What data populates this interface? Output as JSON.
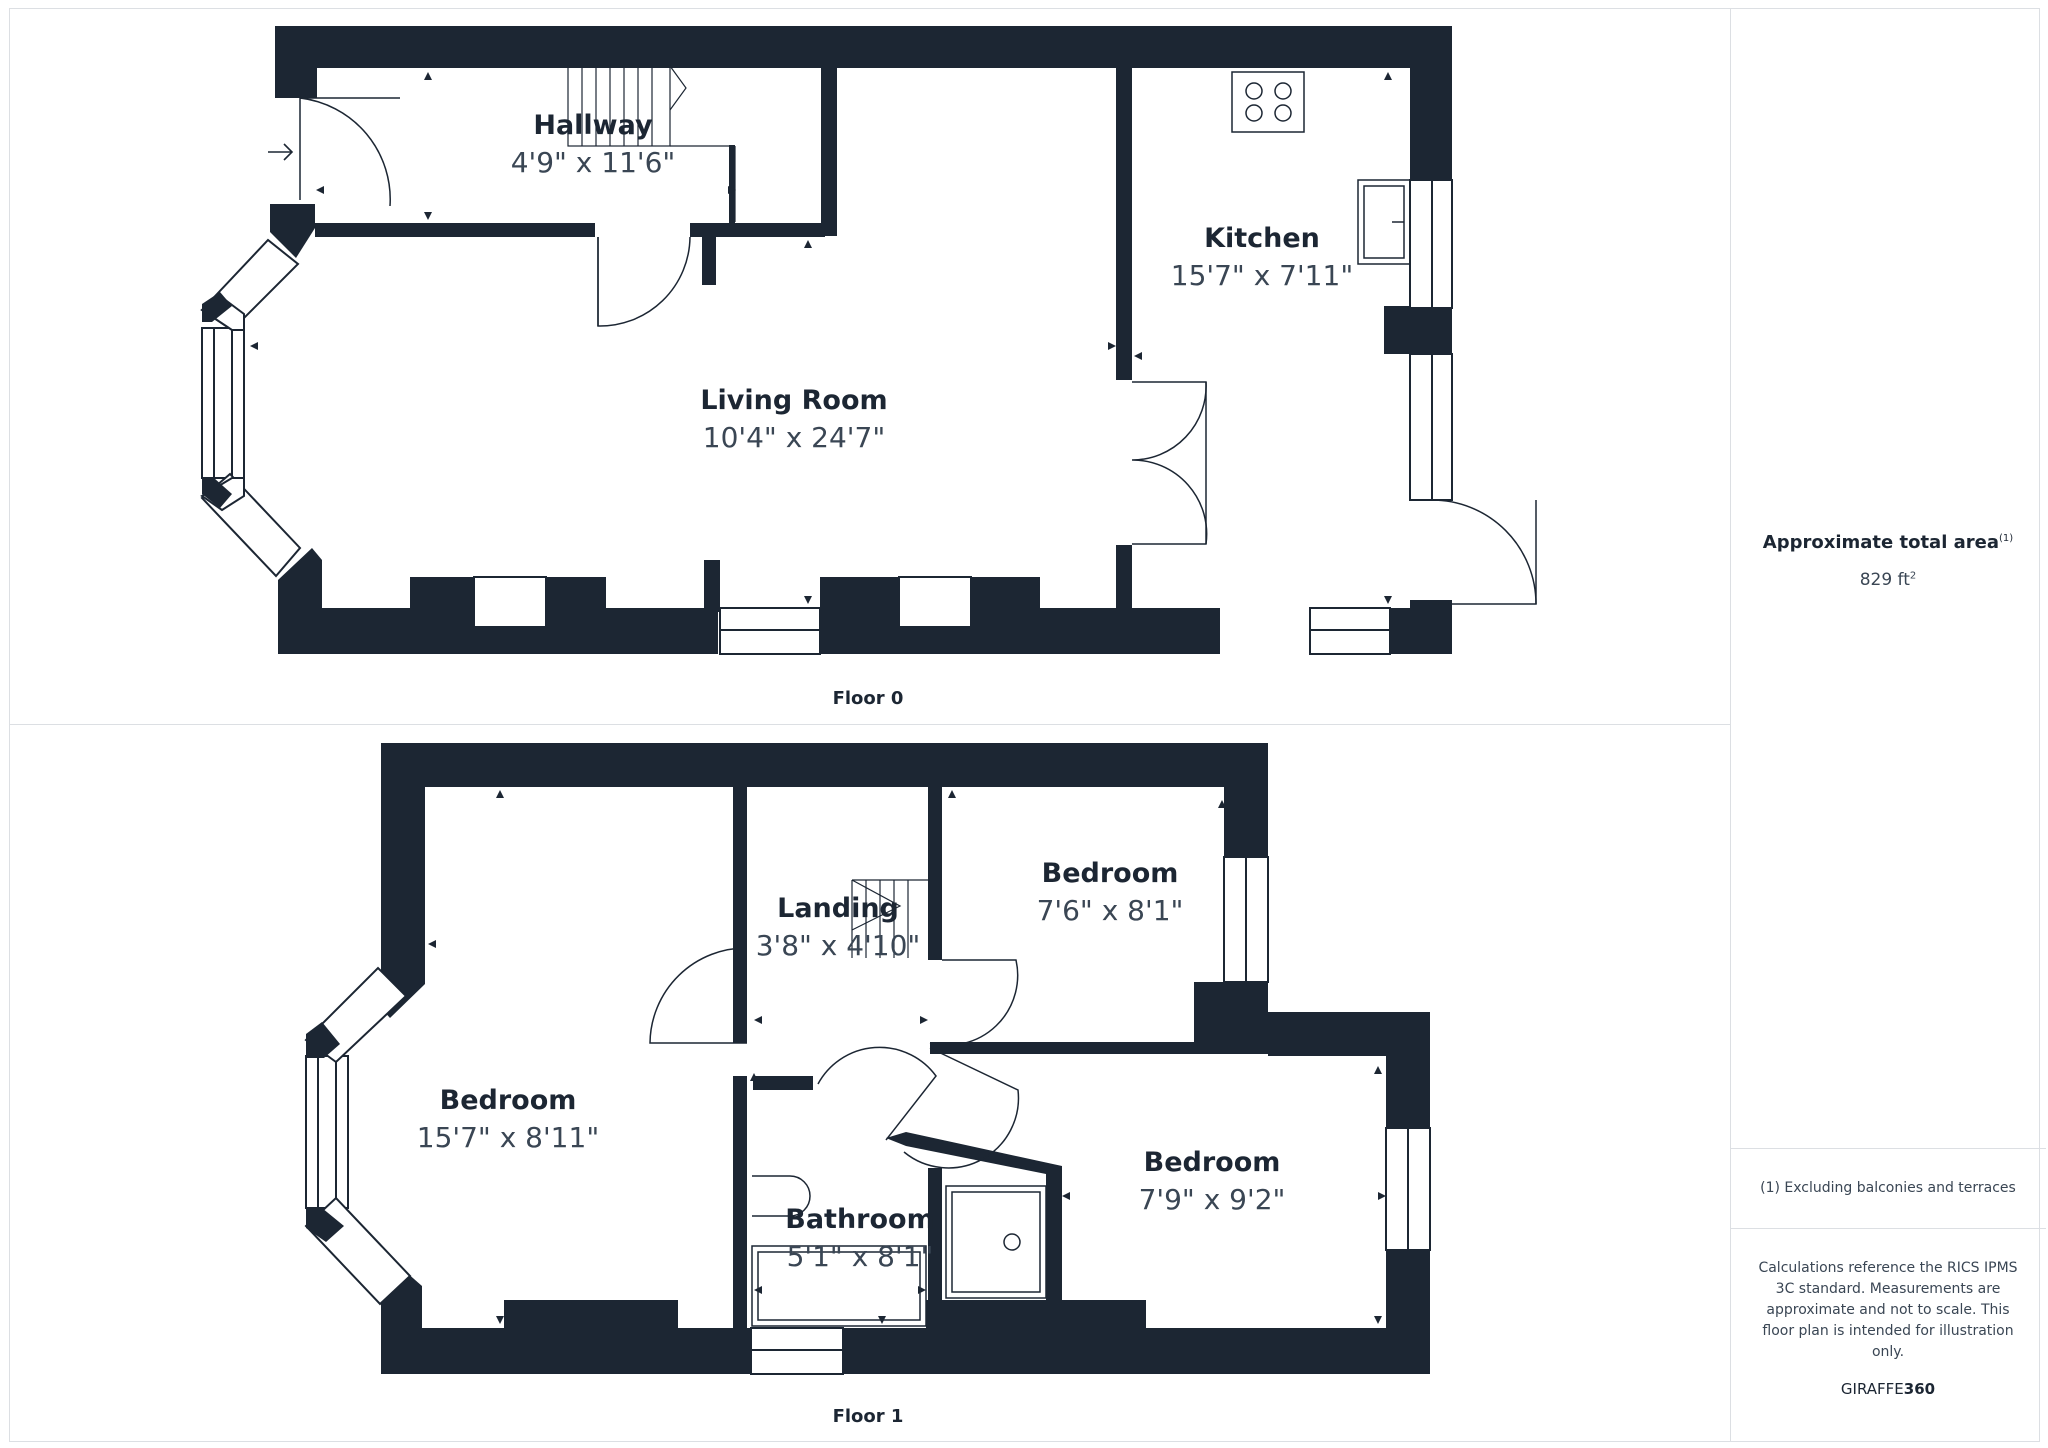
{
  "floors": [
    {
      "label": "Floor 0",
      "rooms": [
        {
          "name": "Hallway",
          "dims": "4'9\" x 11'6\""
        },
        {
          "name": "Living Room",
          "dims": "10'4\" x 24'7\""
        },
        {
          "name": "Kitchen",
          "dims": "15'7\" x 7'11\""
        }
      ]
    },
    {
      "label": "Floor 1",
      "rooms": [
        {
          "name": "Bedroom",
          "dims": "15'7\" x 8'11\""
        },
        {
          "name": "Landing",
          "dims": "3'8\" x 4'10\""
        },
        {
          "name": "Bedroom",
          "dims": "7'6\" x 8'1\""
        },
        {
          "name": "Bedroom",
          "dims": "7'9\" x 9'2\""
        },
        {
          "name": "Bathroom",
          "dims": "5'1\" x 8'1\""
        }
      ]
    }
  ],
  "summary": {
    "area_label": "Approximate total area",
    "area_footnote_mark": "(1)",
    "area_value": "829 ft",
    "area_unit_sup": "2",
    "footnote": "(1) Excluding balconies and terraces",
    "disclaimer": "Calculations reference the RICS IPMS 3C standard. Measurements are approximate and not to scale. This floor plan is intended for illustration only.",
    "brand_light": "GIRAFFE",
    "brand_bold": "360"
  },
  "colors": {
    "wall": "#1c2633",
    "window": "#ffffff",
    "border": "#dcdfe3"
  }
}
